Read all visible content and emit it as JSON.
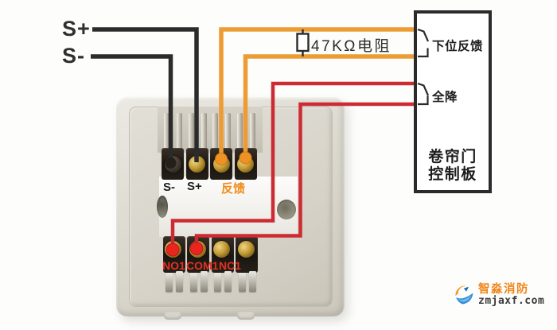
{
  "labels": {
    "s_plus": "S+",
    "s_minus": "S-"
  },
  "resistor": {
    "label": "47KΩ电阻"
  },
  "control_board": {
    "feedback_input": "下位反馈",
    "full_down_input": "全降",
    "title_line1": "卷帘门",
    "title_line2": "控制板"
  },
  "module": {
    "top_terminals": [
      "S-",
      "S+",
      "反馈"
    ],
    "bottom_terminals": [
      "NO1",
      "COM1",
      "NC1"
    ]
  },
  "watermark": {
    "brand": "智淼消防",
    "site": "zmjaxf.com"
  },
  "colors": {
    "wire_black": "#2b2b2b",
    "wire_orange": "#ec9c33",
    "wire_red": "#cd2b33",
    "terminal_label_orange": "#ef8c1a",
    "terminal_label_red": "#e43122",
    "brand_orange": "#f08519",
    "brand_blue": "#2e8fd6"
  }
}
